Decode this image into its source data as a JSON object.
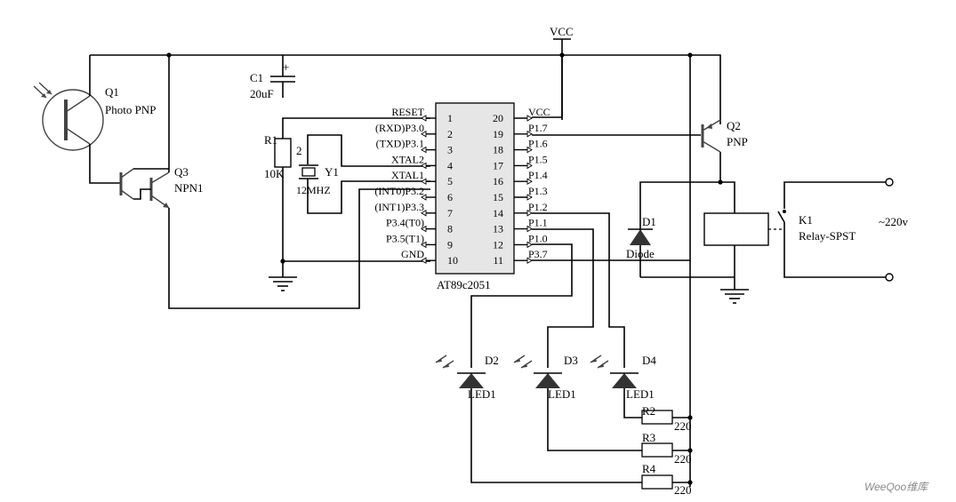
{
  "power": {
    "vcc_label": "VCC"
  },
  "components": {
    "q1": {
      "ref": "Q1",
      "value": "Photo PNP"
    },
    "q3": {
      "ref": "Q3",
      "value": "NPN1"
    },
    "q2": {
      "ref": "Q2",
      "value": "PNP"
    },
    "c1": {
      "ref": "C1",
      "value": "20uF",
      "polarity": "+"
    },
    "r1": {
      "ref": "R1",
      "value": "10K"
    },
    "y1": {
      "ref": "Y1",
      "value": "12MHZ",
      "pin_mark": "2"
    },
    "d1": {
      "ref": "D1",
      "value": "Diode"
    },
    "k1": {
      "ref": "K1",
      "value": "Relay-SPST",
      "load": "~220v"
    },
    "d2": {
      "ref": "D2",
      "value": "LED1"
    },
    "d3": {
      "ref": "D3",
      "value": "LED1"
    },
    "d4": {
      "ref": "D4",
      "value": "LED1"
    },
    "r2": {
      "ref": "R2",
      "value": "220"
    },
    "r3": {
      "ref": "R3",
      "value": "220"
    },
    "r4": {
      "ref": "R4",
      "value": "220"
    }
  },
  "mcu": {
    "name": "AT89c2051",
    "left_pins": [
      {
        "num": "1",
        "name": "RESET"
      },
      {
        "num": "2",
        "name": "(RXD)P3.0"
      },
      {
        "num": "3",
        "name": "(TXD)P3.1"
      },
      {
        "num": "4",
        "name": "XTAL2"
      },
      {
        "num": "5",
        "name": "XTAL1"
      },
      {
        "num": "6",
        "name": "(INT0)P3.2"
      },
      {
        "num": "7",
        "name": "(INT1)P3.3"
      },
      {
        "num": "8",
        "name": "P3.4(T0)"
      },
      {
        "num": "9",
        "name": "P3.5(T1)"
      },
      {
        "num": "10",
        "name": "GND"
      }
    ],
    "right_pins": [
      {
        "num": "20",
        "name": "VCC"
      },
      {
        "num": "19",
        "name": "P1.7"
      },
      {
        "num": "18",
        "name": "P1.6"
      },
      {
        "num": "17",
        "name": "P1.5"
      },
      {
        "num": "16",
        "name": "P1.4"
      },
      {
        "num": "15",
        "name": "P1.3"
      },
      {
        "num": "14",
        "name": "P1.2"
      },
      {
        "num": "13",
        "name": "P1.1"
      },
      {
        "num": "12",
        "name": "P1.0"
      },
      {
        "num": "11",
        "name": "P3.7"
      }
    ]
  },
  "watermark": {
    "text": "WeeQoo维库"
  }
}
